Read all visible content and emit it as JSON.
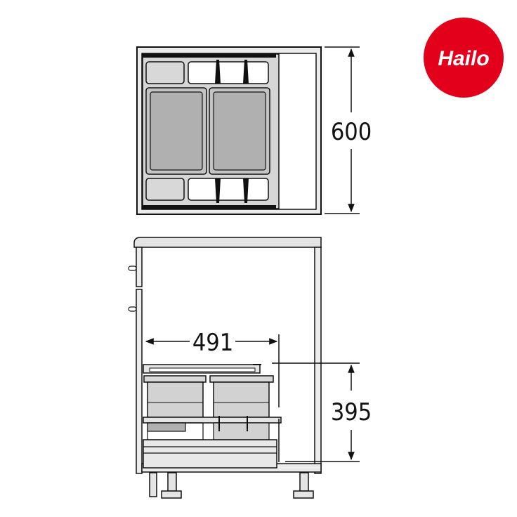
{
  "logo": {
    "text": "Hailo",
    "color": "#e2001a"
  },
  "top_view": {
    "depth_label": "600"
  },
  "side_view": {
    "width_label": "491",
    "height_label": "395"
  },
  "colors": {
    "line": "#111111",
    "panel": "#e8e8e8",
    "bin_dark": "#b0b0b0",
    "bin_light": "#d8d8d8"
  }
}
